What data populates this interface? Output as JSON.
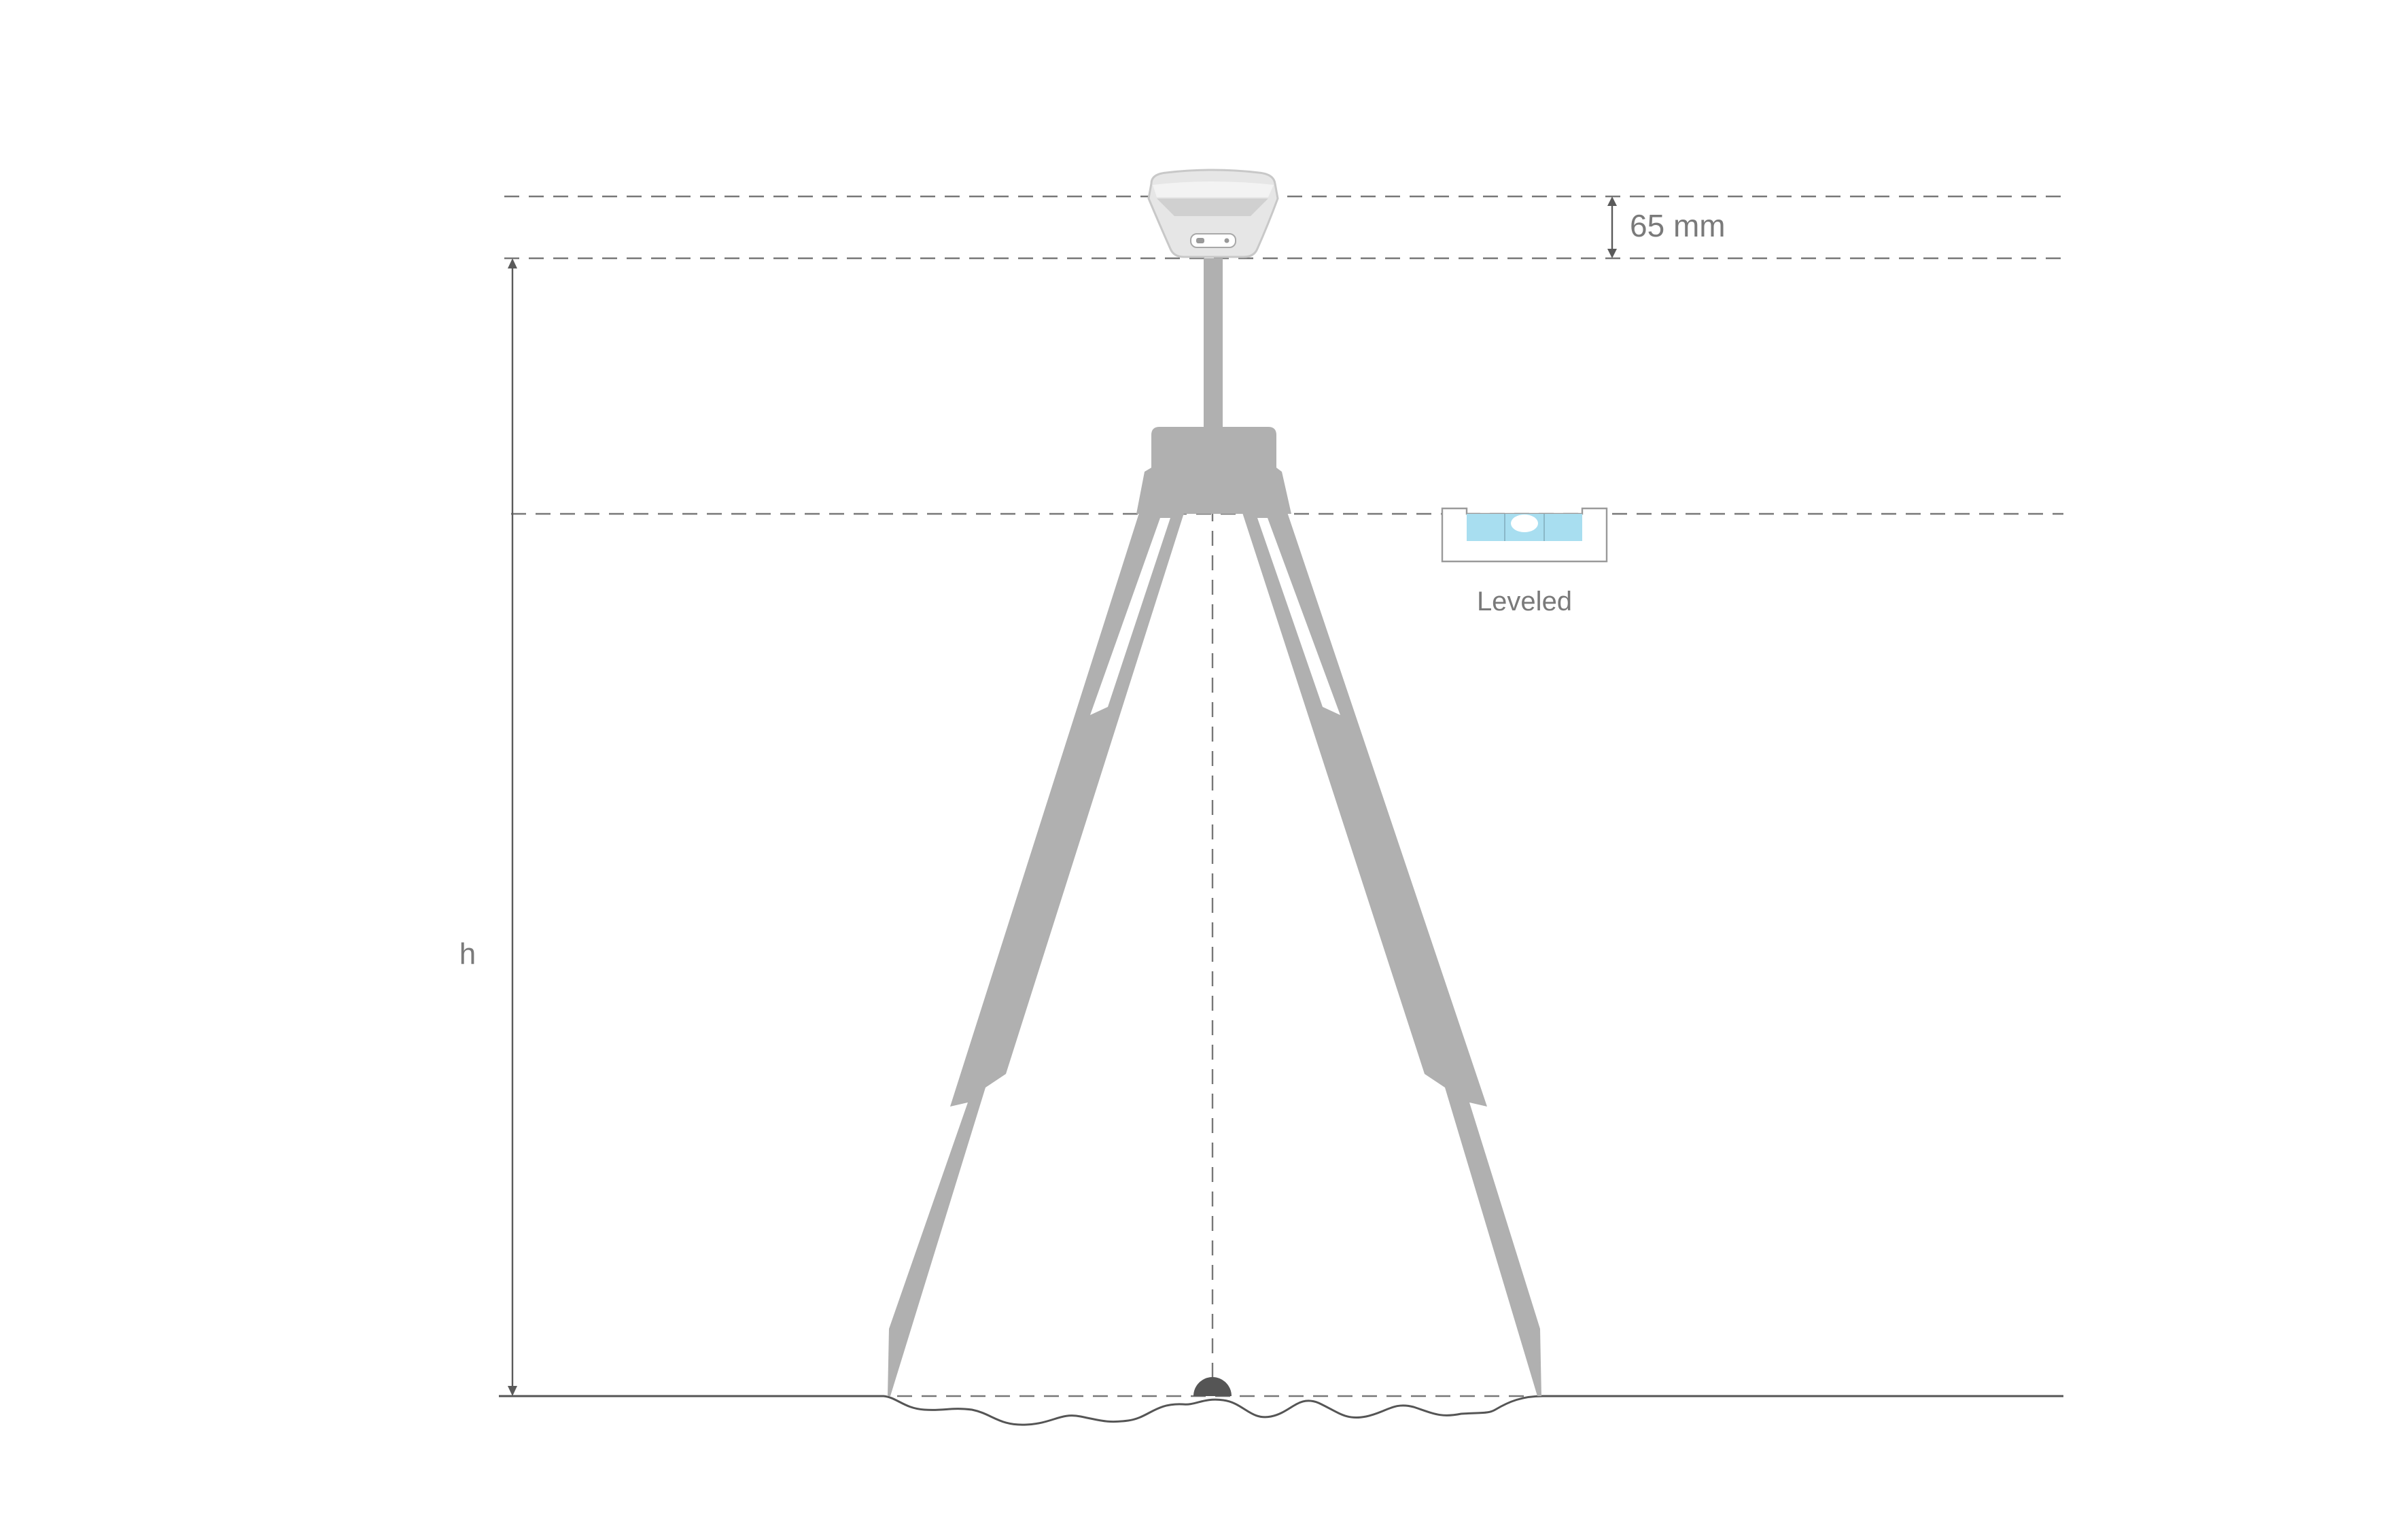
{
  "labels": {
    "offset": "65 mm",
    "height": "h",
    "level": "Leveled"
  },
  "icons": {
    "receiver": "gnss-receiver-icon",
    "level": "bubble-level-icon",
    "marker": "survey-marker-icon"
  },
  "colors": {
    "tripod": "#b0b0b0",
    "lines": "#777777",
    "text": "#7a7a7a",
    "bubble": "#a8def0",
    "marker": "#555555"
  }
}
